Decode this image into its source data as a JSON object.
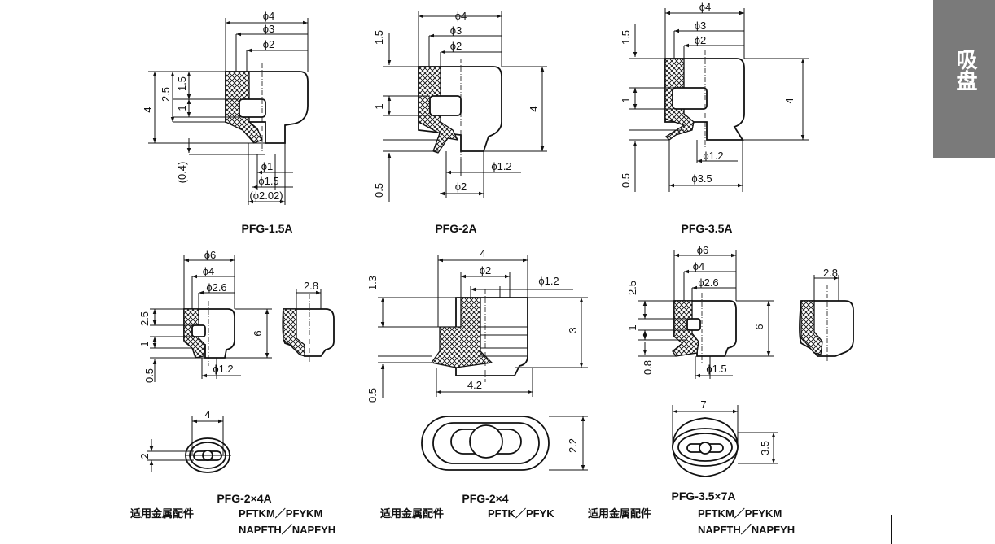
{
  "side_tab": {
    "label": "吸盘",
    "color": "#7a7a7a"
  },
  "parts": [
    {
      "id": "pfg-1-5a",
      "caption": "PFG-1.5A",
      "dims": {
        "d4": "ϕ4",
        "d3": "ϕ3",
        "d2": "ϕ2",
        "h4": "4",
        "h2_5": "2.5",
        "h1_5": "1.5",
        "h1": "1",
        "h0_4": "(0.4)",
        "d1": "ϕ1",
        "d1_5": "ϕ1.5",
        "d2_02": "(ϕ2.02)"
      }
    },
    {
      "id": "pfg-2a",
      "caption": "PFG-2A",
      "dims": {
        "d4": "ϕ4",
        "d3": "ϕ3",
        "d2": "ϕ2",
        "h1_5": "1.5",
        "h1": "1",
        "h4": "4",
        "h0_5": "0.5",
        "d1_2": "ϕ1.2",
        "d2b": "ϕ2"
      }
    },
    {
      "id": "pfg-3-5a",
      "caption": "PFG-3.5A",
      "dims": {
        "d4": "ϕ4",
        "d3": "ϕ3",
        "d2": "ϕ2",
        "h1_5": "1.5",
        "h1": "1",
        "h4": "4",
        "h0_5": "0.5",
        "d1_2": "ϕ1.2",
        "d3_5": "ϕ3.5"
      }
    },
    {
      "id": "pfg-2x4a",
      "caption": "PFG-2×4A",
      "dims": {
        "d6": "ϕ6",
        "d4": "ϕ4",
        "d2_6": "ϕ2.6",
        "h2_5": "2.5",
        "h1": "1",
        "h6": "6",
        "h0_5": "0.5",
        "d1_2": "ϕ1.2",
        "w2_8": "2.8",
        "top4": "4",
        "top2": "2"
      },
      "fittings_label": "适用金属配件",
      "fittings": [
        "PFTKM／PFYKM",
        "NAPFTH／NAPFYH"
      ]
    },
    {
      "id": "pfg-2x4",
      "caption": "PFG-2×4",
      "dims": {
        "w4": "4",
        "d2": "ϕ2",
        "d1_2": "ϕ1.2",
        "h1_3": "1.3",
        "h3": "3",
        "h0_5": "0.5",
        "w4_2": "4.2",
        "h2_2": "2.2"
      },
      "fittings_label": "适用金属配件",
      "fittings": [
        "PFTK／PFYK"
      ]
    },
    {
      "id": "pfg-3-5x7a",
      "caption": "PFG-3.5×7A",
      "dims": {
        "d6": "ϕ6",
        "d4": "ϕ4",
        "d2_6": "ϕ2.6",
        "h2_5": "2.5",
        "h1": "1",
        "h6": "6",
        "h0_8": "0.8",
        "d1_5": "ϕ1.5",
        "w2_8": "2.8",
        "w7": "7",
        "h3_5": "3.5"
      },
      "fittings_label": "适用金属配件",
      "fittings": [
        "PFTKM／PFYKM",
        "NAPFTH／NAPFYH"
      ]
    }
  ]
}
